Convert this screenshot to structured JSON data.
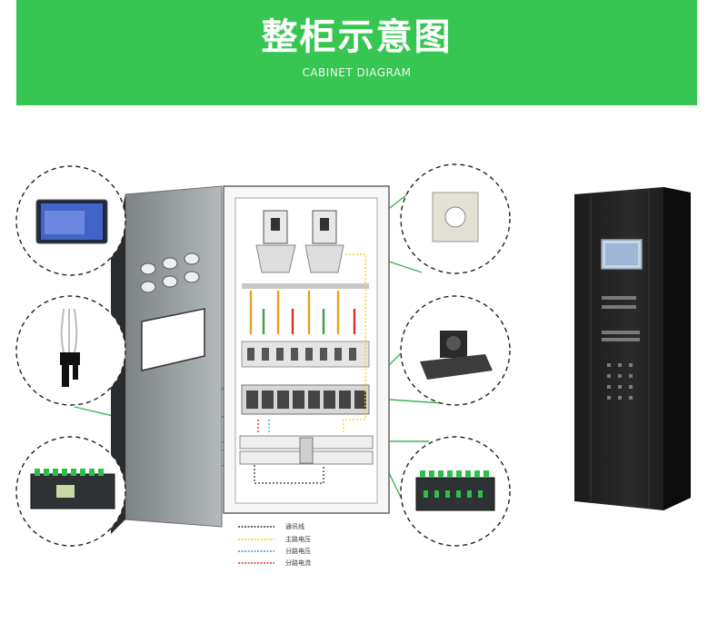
{
  "header": {
    "title": "整柜示意图",
    "subtitle": "CABINET DIAGRAM"
  },
  "legend": [
    {
      "label": "通讯线",
      "color": "#333333"
    },
    {
      "label": "主路电压",
      "color": "#f1d100"
    },
    {
      "label": "分路电压",
      "color": "#3b8fe0"
    },
    {
      "label": "分路电流",
      "color": "#e02a2a"
    }
  ],
  "colors": {
    "brand_green": "#38c653",
    "connector_line": "#3cb45a"
  }
}
